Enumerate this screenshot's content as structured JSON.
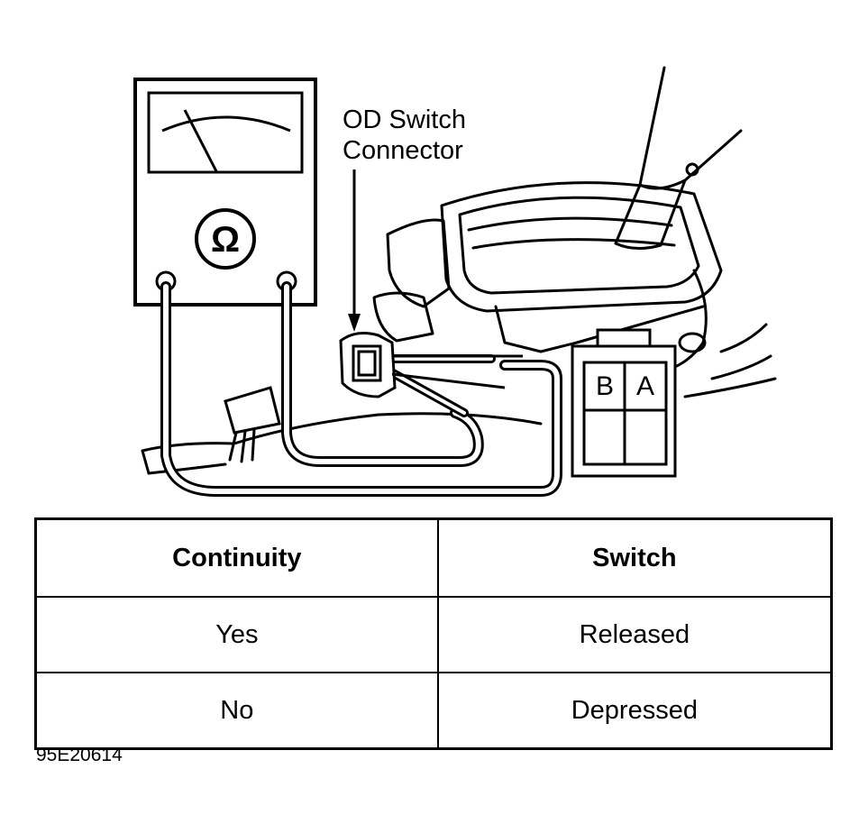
{
  "callout": {
    "line1": "OD Switch",
    "line2": "Connector"
  },
  "meter": {
    "symbol": "Ω"
  },
  "connector_pins": {
    "left": "B",
    "right": "A"
  },
  "table": {
    "headers": [
      "Continuity",
      "Switch"
    ],
    "rows": [
      [
        "Yes",
        "Released"
      ],
      [
        "No",
        "Depressed"
      ]
    ]
  },
  "figure_id": "95E20614"
}
